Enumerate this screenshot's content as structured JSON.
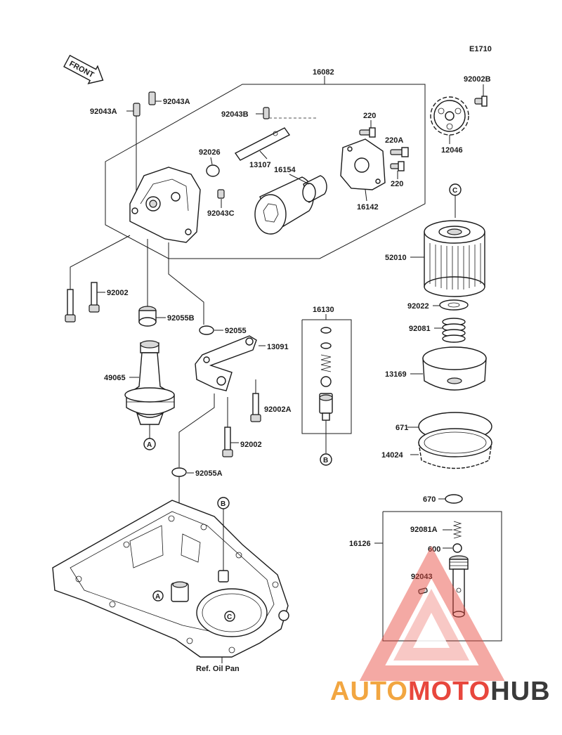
{
  "diagram_code": "E1710",
  "front_arrow": "FRONT",
  "ref_label": "Ref. Oil Pan",
  "callout_letters": [
    "A",
    "B",
    "C"
  ],
  "parts": {
    "p16082": "16082",
    "p92002B": "92002B",
    "p92043A_left": "92043A",
    "p92043A_right": "92043A",
    "p92043B": "92043B",
    "p220_top": "220",
    "p220A": "220A",
    "p220_bottom": "220",
    "p92026": "92026",
    "p13107": "13107",
    "p16154": "16154",
    "p12046": "12046",
    "p16142": "16142",
    "p92043C": "92043C",
    "p52010": "52010",
    "p92002_left": "92002",
    "p92055B": "92055B",
    "p92055": "92055",
    "p16130": "16130",
    "p13091": "13091",
    "p92022": "92022",
    "p92081": "92081",
    "p49065": "49065",
    "p13169": "13169",
    "p92002A": "92002A",
    "p671": "671",
    "p92002_mid": "92002",
    "p14024": "14024",
    "p92055A": "92055A",
    "p670": "670",
    "p92081A": "92081A",
    "p16126": "16126",
    "p600": "600",
    "p92043": "92043"
  },
  "watermark": {
    "part1": "AUTO",
    "part2": "MOTO",
    "part3": "HUB",
    "colors": {
      "orange": "#f2a641",
      "red": "#e8473d",
      "dark": "#3a3a3a",
      "triangle": "#e8473d"
    }
  }
}
